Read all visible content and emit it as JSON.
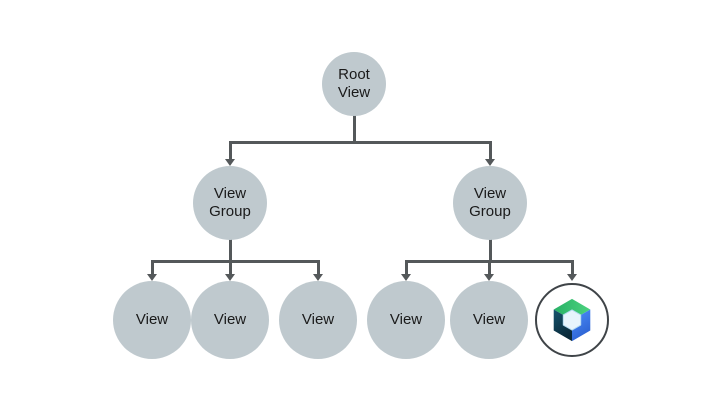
{
  "diagram": {
    "root": {
      "line1": "Root",
      "line2": "View"
    },
    "groups": [
      {
        "line1": "View",
        "line2": "Group"
      },
      {
        "line1": "View",
        "line2": "Group"
      }
    ],
    "leaves": [
      {
        "label": "View"
      },
      {
        "label": "View"
      },
      {
        "label": "View"
      },
      {
        "label": "View"
      },
      {
        "label": "View"
      }
    ],
    "compose_node": {
      "icon": "jetpack-compose-logo"
    }
  },
  "colors": {
    "background": "#ffffff",
    "node_fill": "#bfc9ce",
    "connector": "#54585a",
    "text": "#1a1a1a",
    "compose_ring": "#3f4448",
    "compose_green_dark": "#28b166",
    "compose_green_light": "#4bd27e",
    "compose_blue_light": "#4b8cf7",
    "compose_blue_dark": "#2a5fd0",
    "compose_navy_light": "#14546e",
    "compose_navy_dark": "#0a2838",
    "compose_center_fill": "#e7f4fc",
    "compose_center_stroke": "#b6dcf2"
  }
}
